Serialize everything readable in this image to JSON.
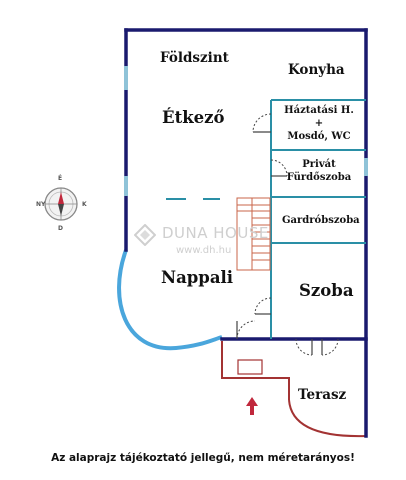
{
  "floor": {
    "level_label": "Földszint",
    "rooms": [
      {
        "key": "konyha",
        "name": "Konyha"
      },
      {
        "key": "etkezo",
        "name": "Étkező"
      },
      {
        "key": "haztartasi",
        "lines": [
          "Háztatási H.",
          "+",
          "Mosdó, WC"
        ]
      },
      {
        "key": "privat",
        "lines": [
          "Privát",
          "Fürdőszoba"
        ]
      },
      {
        "key": "gardrob",
        "name": "Gardróbszoba"
      },
      {
        "key": "nappali",
        "name": "Nappali"
      },
      {
        "key": "szoba",
        "name": "Szoba"
      },
      {
        "key": "terasz",
        "name": "Terasz"
      }
    ]
  },
  "compass": {
    "north": "É",
    "south": "D",
    "east": "K",
    "west": "NY"
  },
  "watermark": {
    "brand": "DUNA HOUSE",
    "url": "www.dh.hu"
  },
  "disclaimer": "Az alaprajz tájékoztató jellegű, nem méretarányos!",
  "colors": {
    "wall": "#1a1a6e",
    "room_outline": "#2a8fa6",
    "window": "#8fc3d8",
    "curved_glass": "#4aa6dc",
    "terrace_outline": "#a33333",
    "entrance_arrow": "#c0283c",
    "stair": "#c8664a"
  },
  "entrance_arrow_icon": "arrow-up-icon"
}
